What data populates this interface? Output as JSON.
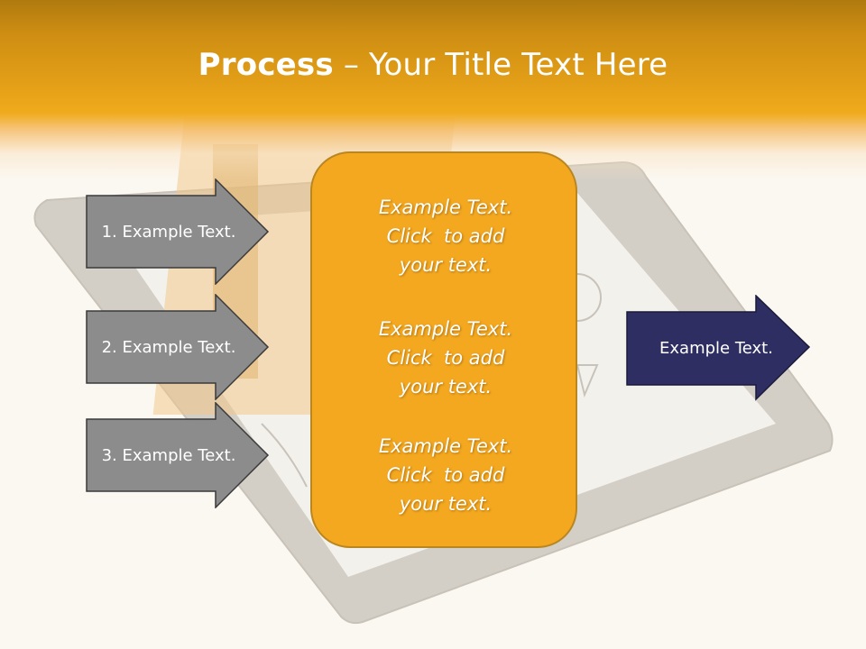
{
  "title": {
    "bold": "Process",
    "dash": " – ",
    "rest": "Your Title Text Here"
  },
  "steps": [
    {
      "label": "1. Example Text."
    },
    {
      "label": "2. Example Text."
    },
    {
      "label": "3. Example Text."
    }
  ],
  "center_box": {
    "blocks": [
      {
        "line1": "Example Text.",
        "line2": "Click  to add",
        "line3": "your text."
      },
      {
        "line1": "Example Text.",
        "line2": "Click  to add",
        "line3": "your text."
      },
      {
        "line1": "Example Text.",
        "line2": "Click  to add",
        "line3": "your text."
      }
    ]
  },
  "output": {
    "label": "Example Text."
  },
  "colors": {
    "header": "#e29e17",
    "step_arrow_fill": "#8c8c8c",
    "center_fill": "#f3a820",
    "output_arrow_fill": "#2e2e63"
  }
}
